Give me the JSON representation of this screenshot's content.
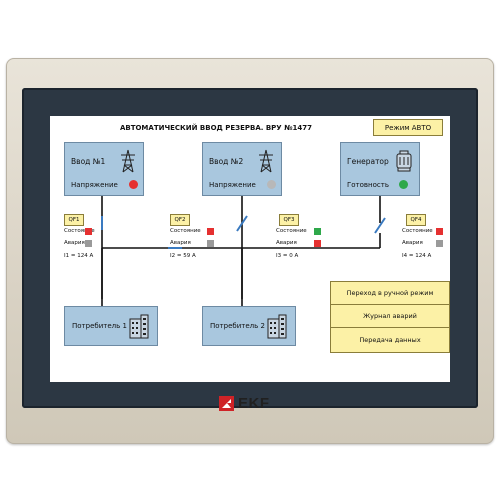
{
  "screen": {
    "title": "АВТОМАТИЧЕСКИЙ ВВОД РЕЗЕРВА. ВРУ №1477",
    "mode_label": "Режим АВТО"
  },
  "sources": [
    {
      "name": "Ввод №1",
      "status_label": "Напряжение",
      "lamp_color": "#e53030",
      "icon": "power-tower-icon"
    },
    {
      "name": "Ввод №2",
      "status_label": "Напряжение",
      "lamp_color": "#b8b8b8",
      "icon": "power-tower-icon"
    },
    {
      "name": "Генератор",
      "status_label": "Готовность",
      "lamp_color": "#2ea84a",
      "icon": "generator-icon"
    }
  ],
  "breakers": [
    {
      "id": "QF1",
      "state_label": "Состояние",
      "alarm_label": "Авария",
      "state_color": "#e53030",
      "alarm_color": "#9a9a9a",
      "current": "I1 = 124 A"
    },
    {
      "id": "QF2",
      "state_label": "Состояние",
      "alarm_label": "Авария",
      "state_color": "#e53030",
      "alarm_color": "#9a9a9a",
      "current": "I2 = 59 A"
    },
    {
      "id": "QF3",
      "state_label": "Состояние",
      "alarm_label": "Авария",
      "state_color": "#2ea84a",
      "alarm_color": "#e53030",
      "current": "I3 = 0 A"
    },
    {
      "id": "QF4",
      "state_label": "Состояние",
      "alarm_label": "Авария",
      "state_color": "#e53030",
      "alarm_color": "#9a9a9a",
      "current": "I4 = 124 A"
    }
  ],
  "consumers": [
    {
      "name": "Потребитель 1",
      "icon": "building-icon"
    },
    {
      "name": "Потребитель 2",
      "icon": "building-icon"
    }
  ],
  "menu": {
    "manual_mode": "Переход в ручной режим",
    "alarm_log": "Журнал аварий",
    "data_transfer": "Передача данных"
  },
  "brand": {
    "logo_text": "EKF",
    "logo_color": "#cf2327"
  }
}
